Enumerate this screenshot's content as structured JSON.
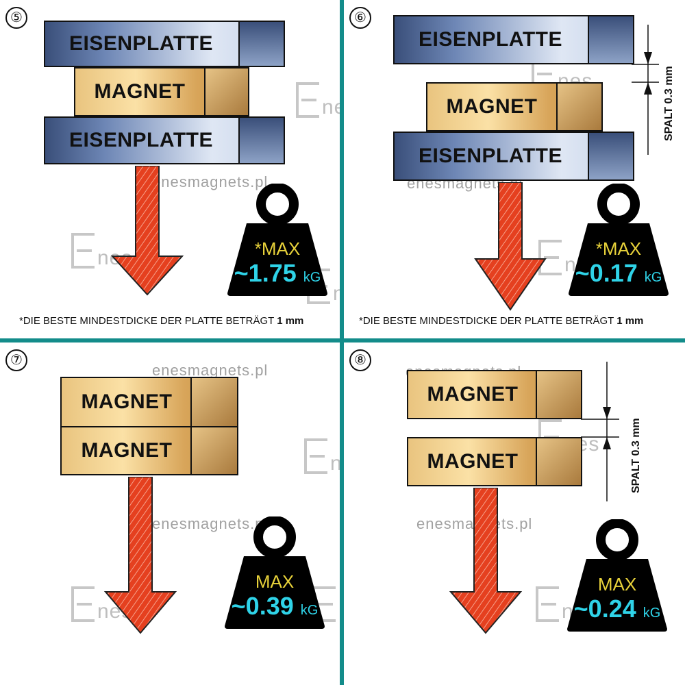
{
  "colors": {
    "divider": "#138c8a",
    "arrow": "#e03a1e",
    "weight": "#000000",
    "max_text": "#e8d23a",
    "value_text": "#2fd3e8"
  },
  "watermark": {
    "logo_text": "nes",
    "url": "enesmagnets.pl"
  },
  "panels": [
    {
      "number": "⑤",
      "blocks": [
        "EISENPLATTE",
        "MAGNET",
        "EISENPLATTE"
      ],
      "max_label": "*MAX",
      "value": "~1.75",
      "unit": "kG",
      "note_text": "*DIE BESTE MINDESTDICKE DER PLATTE BETRÄGT ",
      "note_bold": "1 mm"
    },
    {
      "number": "⑥",
      "blocks": [
        "EISENPLATTE",
        "MAGNET",
        "EISENPLATTE"
      ],
      "max_label": "*MAX",
      "value": "~0.17",
      "unit": "kG",
      "gap_label": "SPALT  0.3 mm",
      "note_text": "*DIE BESTE MINDESTDICKE DER PLATTE BETRÄGT ",
      "note_bold": "1 mm"
    },
    {
      "number": "⑦",
      "blocks": [
        "MAGNET",
        "MAGNET"
      ],
      "max_label": "MAX",
      "value": "~0.39",
      "unit": "kG"
    },
    {
      "number": "⑧",
      "blocks": [
        "MAGNET",
        "MAGNET"
      ],
      "max_label": "MAX",
      "value": "~0.24",
      "unit": "kG",
      "gap_label": "SPALT  0.3 mm"
    }
  ]
}
